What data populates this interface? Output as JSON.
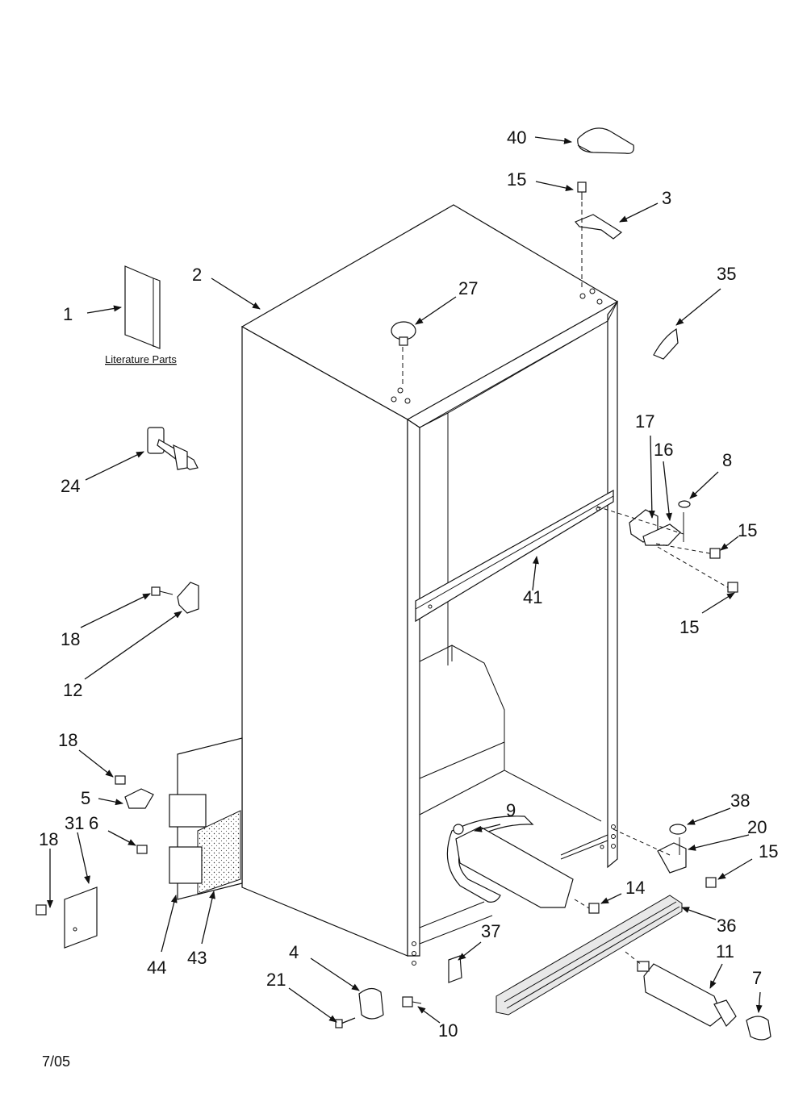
{
  "labels": {
    "p1": "1",
    "p2": "2",
    "p3": "3",
    "p4": "4",
    "p5": "5",
    "p6": "6",
    "p7": "7",
    "p8": "8",
    "p9": "9",
    "p10": "10",
    "p11": "11",
    "p12": "12",
    "p14": "14",
    "p15a": "15",
    "p15b": "15",
    "p15c": "15",
    "p15d": "15",
    "p16": "16",
    "p17": "17",
    "p18a": "18",
    "p18b": "18",
    "p18c": "18",
    "p20": "20",
    "p21": "21",
    "p24": "24",
    "p27": "27",
    "p31": "31",
    "p35": "35",
    "p36": "36",
    "p37": "37",
    "p38": "38",
    "p40": "40",
    "p41": "41",
    "p43": "43",
    "p44": "44"
  },
  "literature_caption": "Literature Parts",
  "revision_date": "7/05"
}
